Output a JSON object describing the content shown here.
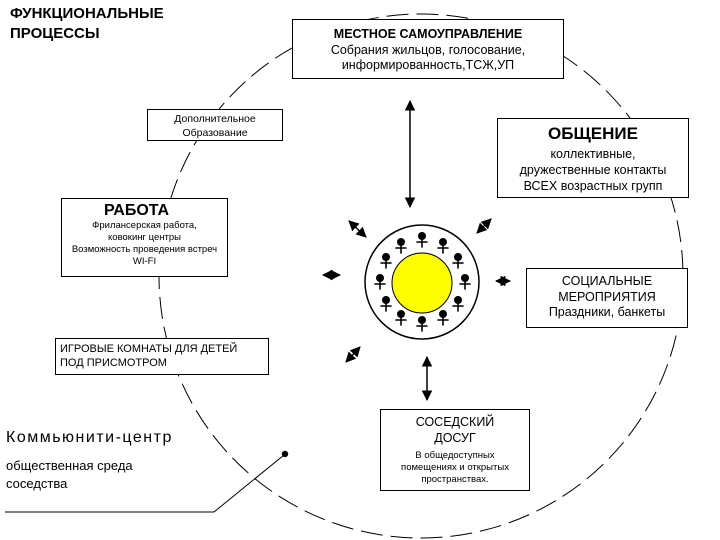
{
  "header": {
    "line1": "ФУНКЦИОНАЛЬНЫЕ",
    "line2": "ПРОЦЕССЫ"
  },
  "nodes": {
    "local_gov": {
      "title": "МЕСТНОЕ САМОУПРАВЛЕНИЕ",
      "line1": "Собрания жильцов, голосование,",
      "line2": "информированность,ТСЖ,УП"
    },
    "education": {
      "line1": "Дополнительное",
      "line2": "Образование"
    },
    "communication": {
      "title": "ОБЩЕНИЕ",
      "line1": "коллективные,",
      "line2": "дружественные контакты",
      "line3": "ВСЕХ возрастных групп"
    },
    "work": {
      "title": "РАБОТА",
      "line1": "Фрилансерская работа,",
      "line2": "ковокинг центры",
      "line3": "Возможность проведения встреч",
      "line4": "WI-FI"
    },
    "social_events": {
      "line1": "СОЦИАЛЬНЫЕ",
      "line2": "МЕРОПРИЯТИЯ",
      "line3": "Праздники, банкеты"
    },
    "kids_rooms": {
      "line1": "ИГРОВЫЕ КОМНАТЫ ДЛЯ ДЕТЕЙ",
      "line2": "ПОД ПРИСМОТРОМ"
    },
    "community_center": {
      "title": "Коммьюнити-центр",
      "line1": "общественная среда",
      "line2": "соседства"
    },
    "neighbor_leisure": {
      "title1": "СОСЕДСКИЙ",
      "title2": "ДОСУГ",
      "line1": "В общедоступных",
      "line2": "помещениях и открытых",
      "line3": "пространствах."
    }
  },
  "colors": {
    "sun": "#ffff00",
    "line": "#000000",
    "background": "#ffffff"
  },
  "icons": {
    "center": "sun-icon",
    "people": "person-icon"
  }
}
